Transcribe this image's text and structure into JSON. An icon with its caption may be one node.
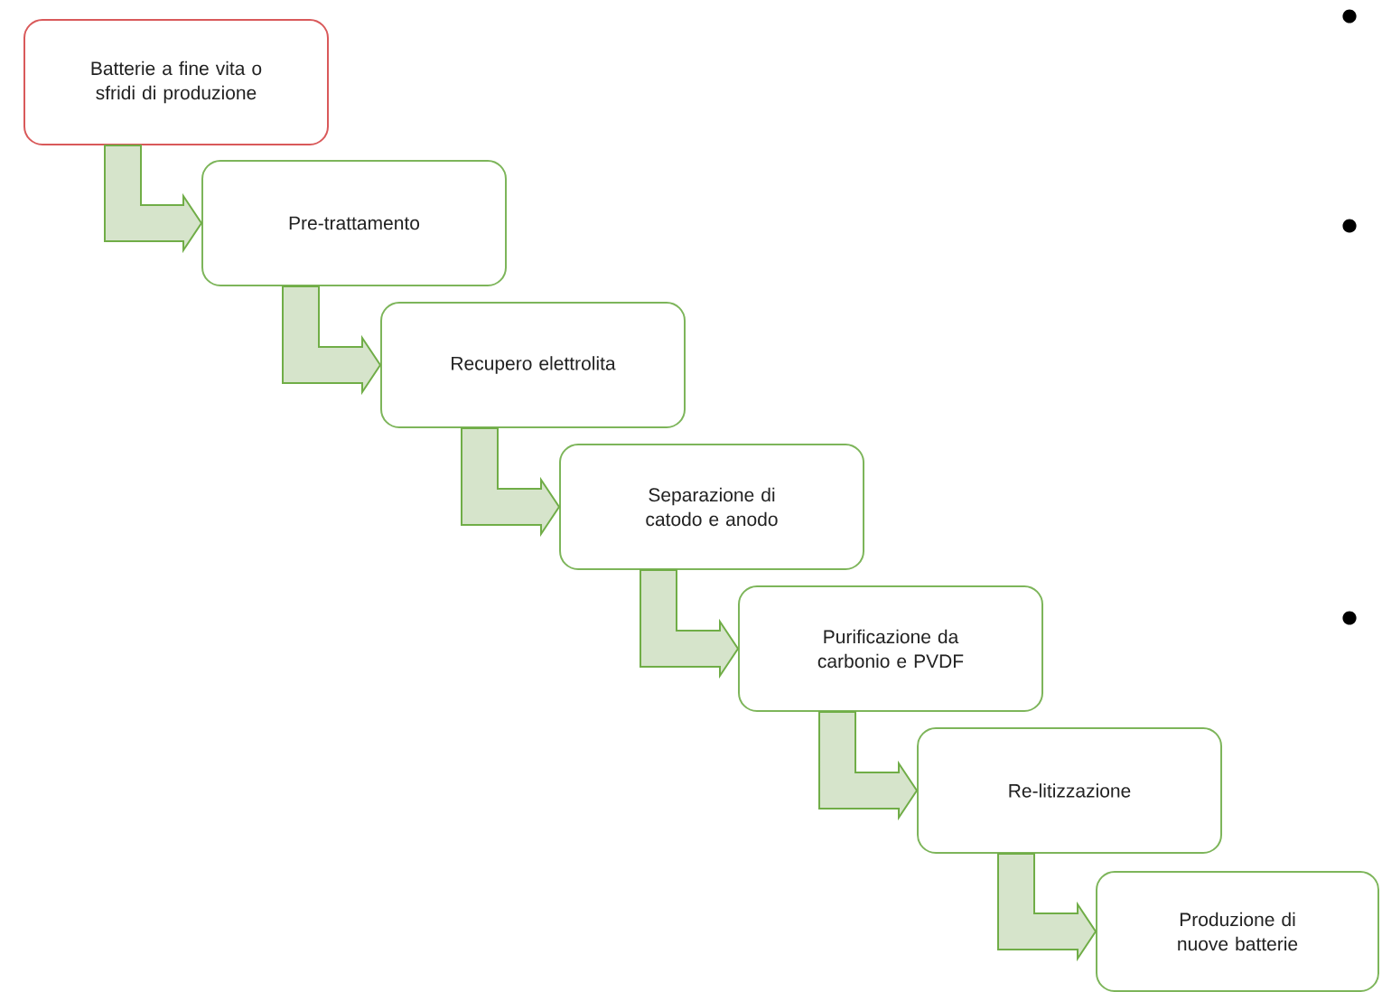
{
  "diagram": {
    "nodes": [
      {
        "text": [
          "Batterie a fine vita o sfridi di produzione"
        ]
      },
      {
        "text": [
          "Pre-trattamento"
        ]
      },
      {
        "text": [
          "Recupero elettrolita"
        ]
      },
      {
        "text": [
          "Separazione di catodo e anodo"
        ]
      },
      {
        "text": [
          "Purificazione da carbonio e PVDF"
        ]
      },
      {
        "text": [
          "Re-litizzazione"
        ]
      },
      {
        "text": [
          "Produzione di nuove batterie"
        ]
      }
    ],
    "edges": [
      {
        "from": 0,
        "to": 1,
        "arrow": "to"
      },
      {
        "from": 1,
        "to": 2,
        "arrow": "to"
      },
      {
        "from": 2,
        "to": 3,
        "arrow": "to"
      },
      {
        "from": 3,
        "to": 4,
        "arrow": "to"
      },
      {
        "from": 4,
        "to": 5,
        "arrow": "to"
      },
      {
        "from": 5,
        "to": 6,
        "arrow": "to"
      }
    ]
  }
}
